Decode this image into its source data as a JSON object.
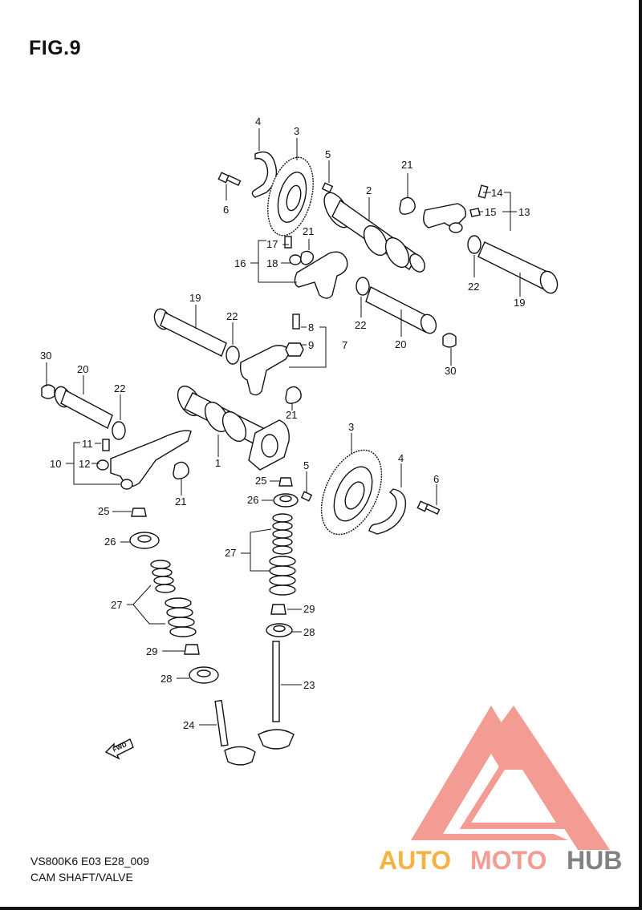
{
  "figure_title": "FIG.9",
  "model_code": "VS800K6 E03 E28_009",
  "caption": "CAM SHAFT/VALVE",
  "fwd_label": "FWD",
  "watermark": {
    "text_auto": "AUTO",
    "text_moto": "MOTO",
    "text_hub": "HUB",
    "color_orange": "#f5a623",
    "color_red": "#f28b82",
    "color_gray": "#6d6d6d"
  },
  "callouts": [
    {
      "id": "c4a",
      "text": "4"
    },
    {
      "id": "c3a",
      "text": "3"
    },
    {
      "id": "c5a",
      "text": "5"
    },
    {
      "id": "c6a",
      "text": "6"
    },
    {
      "id": "c2",
      "text": "2"
    },
    {
      "id": "c21a",
      "text": "21"
    },
    {
      "id": "c14",
      "text": "14"
    },
    {
      "id": "c15",
      "text": "15"
    },
    {
      "id": "c13",
      "text": "13"
    },
    {
      "id": "c17",
      "text": "17"
    },
    {
      "id": "c21b",
      "text": "21"
    },
    {
      "id": "c16",
      "text": "16"
    },
    {
      "id": "c18",
      "text": "18"
    },
    {
      "id": "c22a",
      "text": "22"
    },
    {
      "id": "c19a",
      "text": "19"
    },
    {
      "id": "c22b",
      "text": "22"
    },
    {
      "id": "c20a",
      "text": "20"
    },
    {
      "id": "c19b",
      "text": "19"
    },
    {
      "id": "c22c",
      "text": "22"
    },
    {
      "id": "c8",
      "text": "8"
    },
    {
      "id": "c9",
      "text": "9"
    },
    {
      "id": "c7",
      "text": "7"
    },
    {
      "id": "c30a",
      "text": "30"
    },
    {
      "id": "c20b",
      "text": "20"
    },
    {
      "id": "c22d",
      "text": "22"
    },
    {
      "id": "c21c",
      "text": "21"
    },
    {
      "id": "c30b",
      "text": "30"
    },
    {
      "id": "c11",
      "text": "11"
    },
    {
      "id": "c10",
      "text": "10"
    },
    {
      "id": "c12",
      "text": "12"
    },
    {
      "id": "c1",
      "text": "1"
    },
    {
      "id": "c21d",
      "text": "21"
    },
    {
      "id": "c3b",
      "text": "3"
    },
    {
      "id": "c5b",
      "text": "5"
    },
    {
      "id": "c4b",
      "text": "4"
    },
    {
      "id": "c6b",
      "text": "6"
    },
    {
      "id": "c25a",
      "text": "25"
    },
    {
      "id": "c26a",
      "text": "26"
    },
    {
      "id": "c25b",
      "text": "25"
    },
    {
      "id": "c26b",
      "text": "26"
    },
    {
      "id": "c27a",
      "text": "27"
    },
    {
      "id": "c27b",
      "text": "27"
    },
    {
      "id": "c29a",
      "text": "29"
    },
    {
      "id": "c28a",
      "text": "28"
    },
    {
      "id": "c29b",
      "text": "29"
    },
    {
      "id": "c28b",
      "text": "28"
    },
    {
      "id": "c23",
      "text": "23"
    },
    {
      "id": "c24",
      "text": "24"
    }
  ]
}
